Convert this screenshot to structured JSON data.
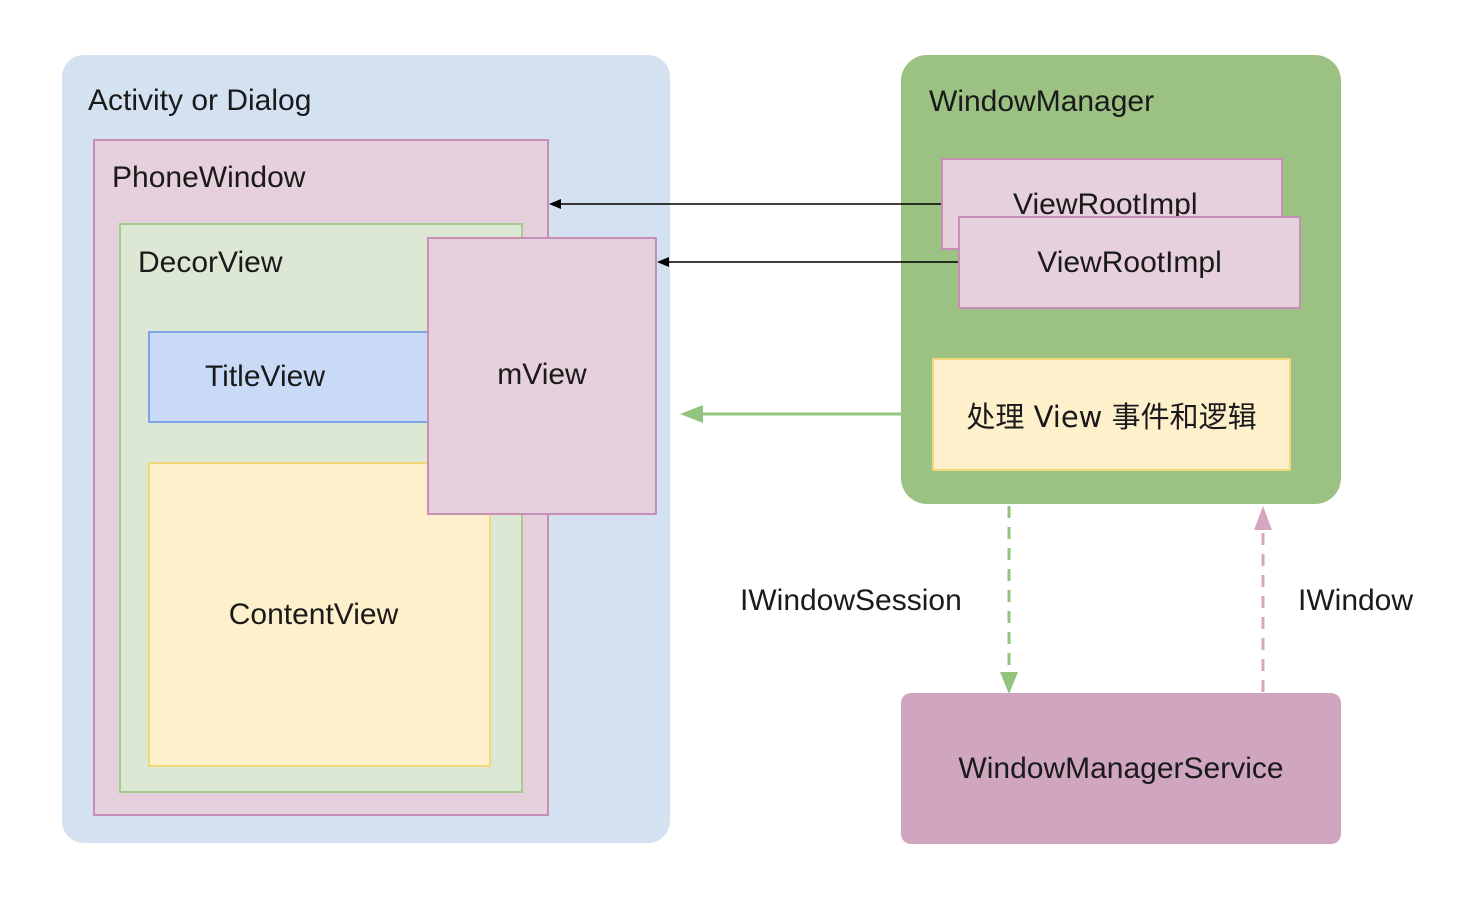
{
  "activity": {
    "title": "Activity or Dialog"
  },
  "phone_window": {
    "title": "PhoneWindow"
  },
  "decor_view": {
    "title": "DecorView"
  },
  "title_view": {
    "label": "TitleView"
  },
  "content_view": {
    "label": "ContentView"
  },
  "mview": {
    "label": "mView"
  },
  "window_manager": {
    "title": "WindowManager",
    "view_root_back": "ViewRootImpl",
    "view_root_front": "ViewRootImpl",
    "process_label": "处理 View 事件和逻辑"
  },
  "wms": {
    "label": "WindowManagerService"
  },
  "edges": {
    "iwindow_session": "IWindowSession",
    "iwindow": "IWindow"
  },
  "colors": {
    "activity_bg": "#d3e1f1",
    "pink_box": "#e6d0dc",
    "pink_border": "#c58fb6",
    "decor_bg": "#dce8d3",
    "title_bg": "#c9daf7",
    "content_bg": "#fff0cc",
    "wm_bg": "#9bc282",
    "wms_bg": "#d0a5bf",
    "green_arrow": "#93c47d",
    "pink_arrow": "#d5a6bd"
  }
}
